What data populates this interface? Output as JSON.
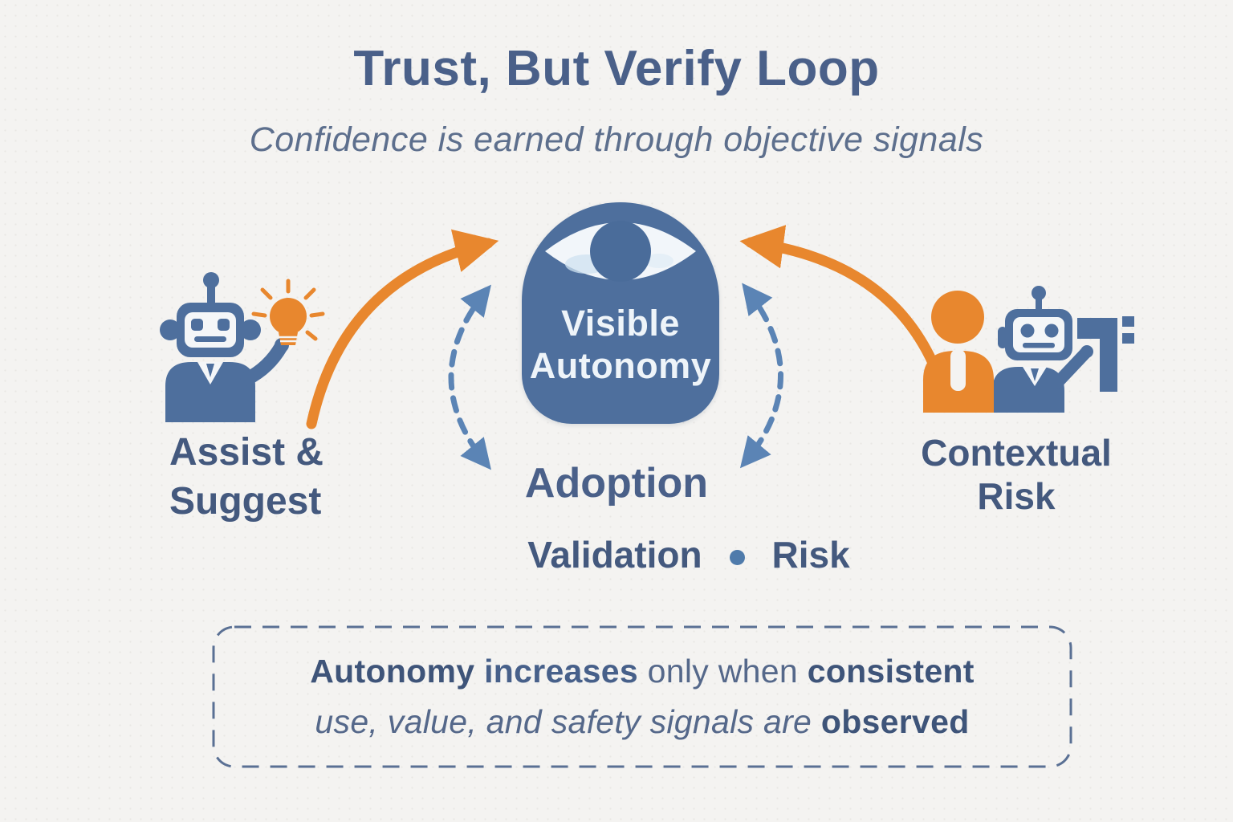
{
  "title": "Trust, But Verify Loop",
  "subtitle": "Confidence is earned through objective signals",
  "center_node": {
    "icon": "eye-icon",
    "label_line1": "Visible",
    "label_line2": "Autonomy"
  },
  "left_node": {
    "icons": [
      "robot-assistant-icon",
      "lightbulb-icon"
    ],
    "label_line1": "Assist &",
    "label_line2": "Suggest"
  },
  "right_node": {
    "icons": [
      "person-icon",
      "robot-flag-icon"
    ],
    "label": "Contextual Risk"
  },
  "loop": {
    "bottom_label": "Adoption",
    "signals": [
      "Validation",
      "Risk"
    ],
    "separator": "dot"
  },
  "footnote": {
    "line1": {
      "part1": "Autonomy ",
      "part2": "increases ",
      "part3": "only when ",
      "part4": "consistent"
    },
    "line2": {
      "part1": "use, value, and safety signals are ",
      "part2": "observed"
    }
  },
  "colors": {
    "primary_blue": "#4e6f9d",
    "accent_orange": "#e8872e",
    "heading_blue": "#4a6089",
    "label_blue": "#44597e",
    "arc_blue": "#5b84b5",
    "background": "#f4f3f1"
  }
}
